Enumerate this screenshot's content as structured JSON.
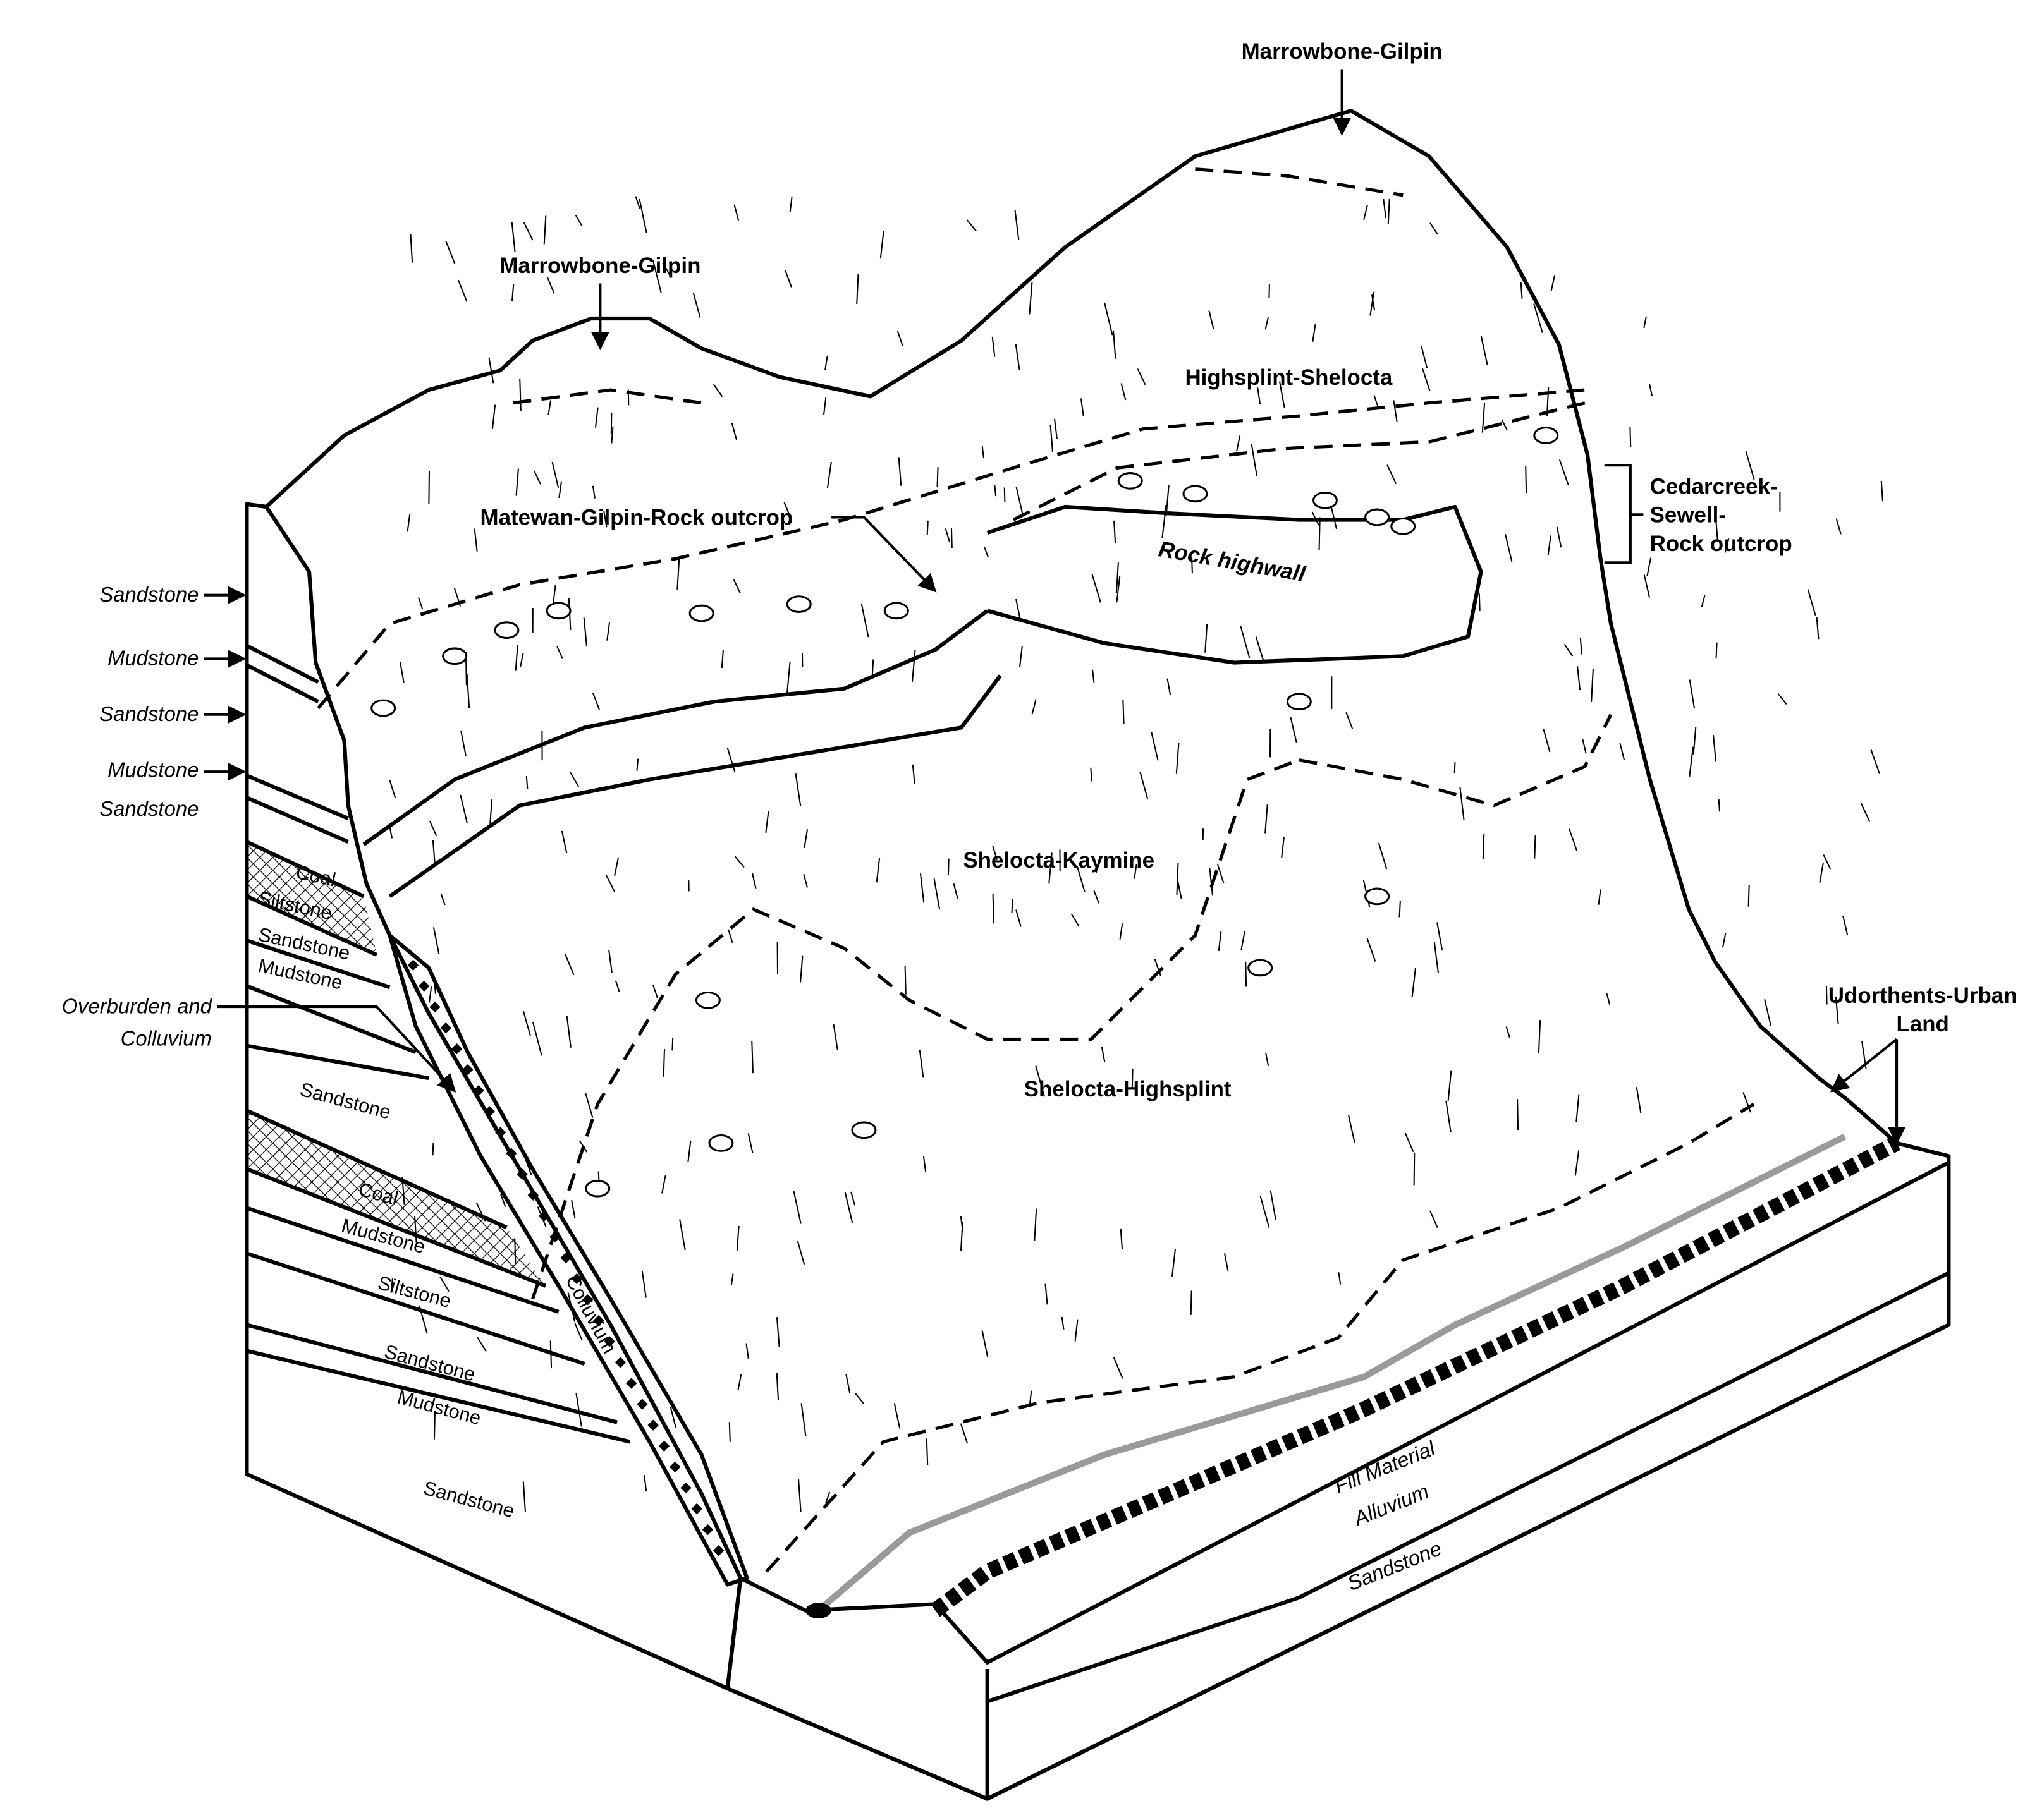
{
  "colors": {
    "ink": "#000000",
    "paper": "#ffffff",
    "stream": "#9a9a9a"
  },
  "soil_units": {
    "marrowbone_gilpin_left": "Marrowbone-Gilpin",
    "marrowbone_gilpin_right": "Marrowbone-Gilpin",
    "highsplint_shelocta": "Highsplint-Shelocta",
    "matewan": "Matewan-Gilpin-Rock outcrop",
    "cedarcreek_1": "Cedarcreek-",
    "cedarcreek_2": "Sewell-",
    "cedarcreek_3": "Rock outcrop",
    "rock_highwall": "Rock highwall",
    "shelocta_kaymine": "Shelocta-Kaymine",
    "shelocta_highsplint": "Shelocta-Highsplint",
    "udorthents_1": "Udorthents-Urban",
    "udorthents_2": "Land"
  },
  "side_labels": {
    "sandstone_1": "Sandstone",
    "mudstone_1": "Mudstone",
    "sandstone_2": "Sandstone",
    "mudstone_2": "Mudstone",
    "sandstone_3": "Sandstone",
    "overburden_1": "Overburden and",
    "overburden_2": "Colluvium"
  },
  "strata": {
    "coal_1": "Coal",
    "siltstone_1": "Siltstone",
    "sandstone_1": "Sandstone",
    "mudstone_1": "Mudstone",
    "sandstone_2": "Sandstone",
    "coal_2": "Coal",
    "mudstone_2": "Mudstone",
    "siltstone_2": "Siltstone",
    "sandstone_3": "Sandstone",
    "mudstone_3": "Mudstone",
    "sandstone_4": "Sandstone",
    "colluvium": "Colluvium"
  },
  "valley": {
    "fill": "Fill Material",
    "alluvium": "Alluvium",
    "sandstone": "Sandstone"
  }
}
